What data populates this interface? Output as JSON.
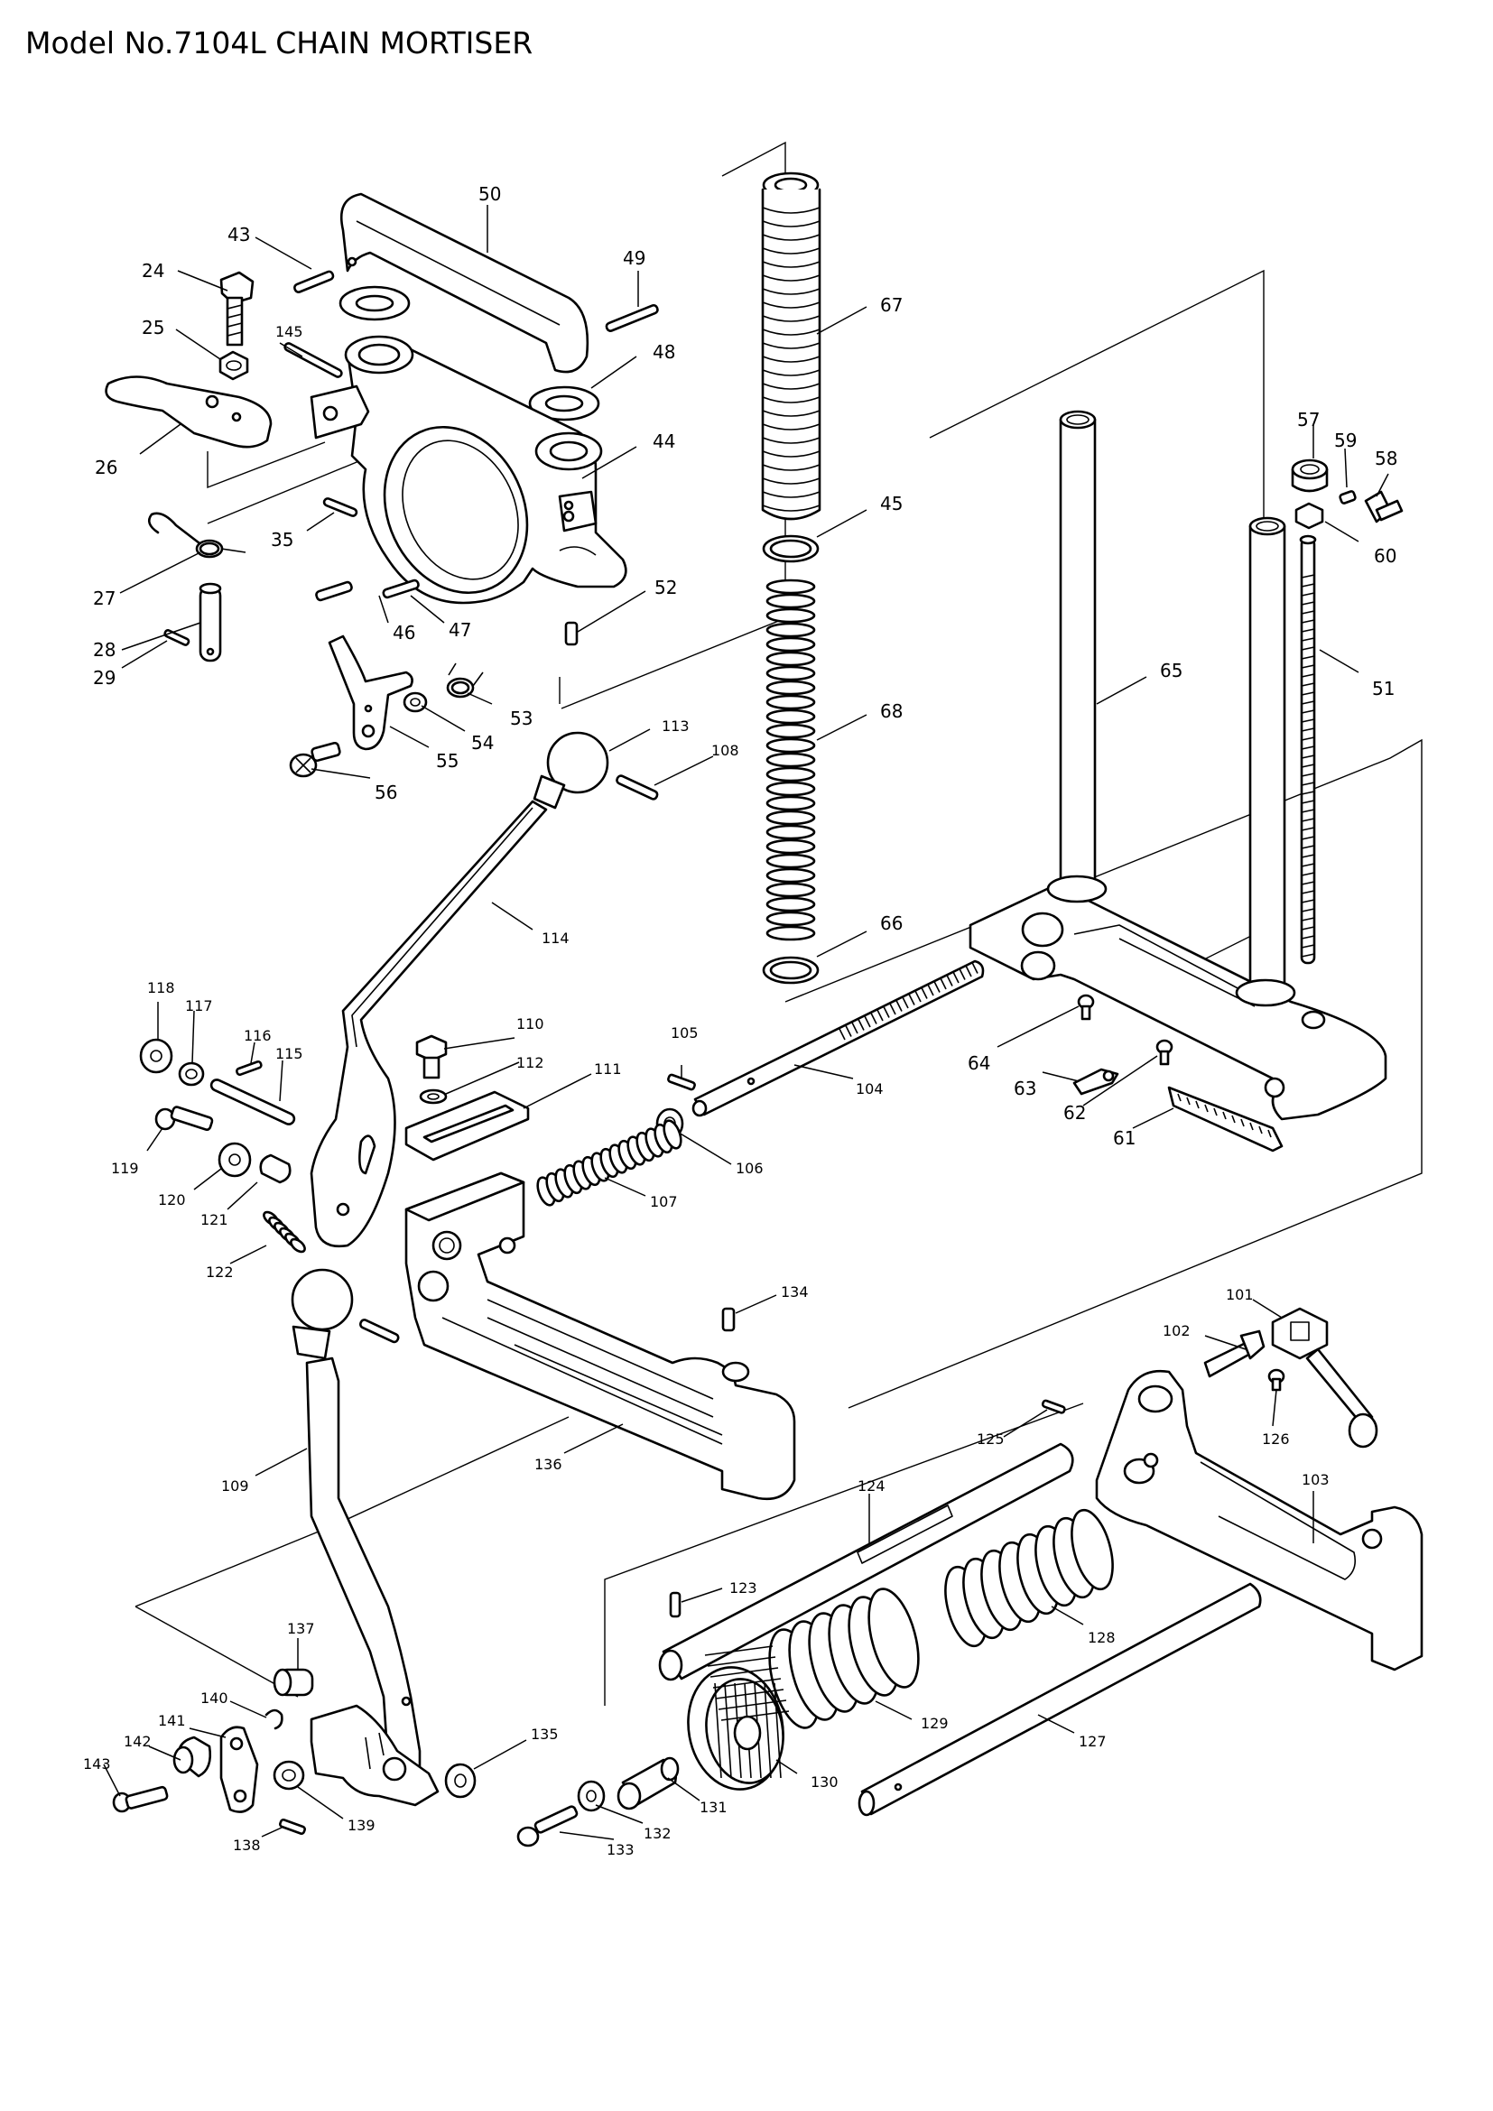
{
  "header": {
    "title": "Model No.7104L CHAIN MORTISER"
  },
  "callouts": {
    "p24": "24",
    "p25": "25",
    "p26": "26",
    "p27": "27",
    "p28": "28",
    "p29": "29",
    "p35": "35",
    "p43": "43",
    "p44": "44",
    "p45": "45",
    "p46": "46",
    "p47": "47",
    "p48": "48",
    "p49": "49",
    "p50": "50",
    "p51": "51",
    "p52": "52",
    "p53": "53",
    "p54": "54",
    "p55": "55",
    "p56": "56",
    "p57": "57",
    "p58": "58",
    "p59": "59",
    "p60": "60",
    "p61": "61",
    "p62": "62",
    "p63": "63",
    "p64": "64",
    "p65": "65",
    "p66": "66",
    "p67": "67",
    "p68": "68",
    "p101": "101",
    "p102": "102",
    "p103": "103",
    "p104": "104",
    "p105": "105",
    "p106": "106",
    "p107": "107",
    "p108": "108",
    "p109": "109",
    "p110": "110",
    "p111": "111",
    "p112": "112",
    "p113": "113",
    "p114": "114",
    "p115": "115",
    "p116": "116",
    "p117": "117",
    "p118": "118",
    "p119": "119",
    "p120": "120",
    "p121": "121",
    "p122": "122",
    "p123": "123",
    "p124": "124",
    "p125": "125",
    "p126": "126",
    "p127": "127",
    "p128": "128",
    "p129": "129",
    "p130": "130",
    "p131": "131",
    "p132": "132",
    "p133": "133",
    "p134": "134",
    "p135": "135",
    "p136": "136",
    "p137": "137",
    "p138": "138",
    "p139": "139",
    "p140": "140",
    "p141": "141",
    "p142": "142",
    "p143": "143",
    "p145": "145"
  }
}
